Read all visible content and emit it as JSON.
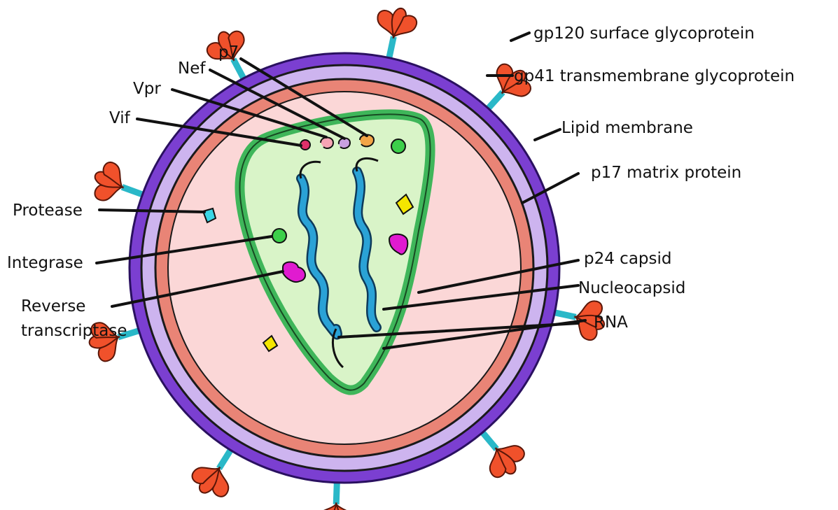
{
  "labels": {
    "gp120": "gp120 surface glycoprotein",
    "gp41": "gp41 transmembrane glycoprotein",
    "lipid": "Lipid membrane",
    "p17": "p17 matrix protein",
    "p24": "p24 capsid",
    "nucleocapsid": "Nucleocapsid",
    "rna": "RNA",
    "p7": "p7",
    "nef": "Nef",
    "vpr": "Vpr",
    "vif": "Vif",
    "protease": "Protease",
    "integrase": "Integrase",
    "reverse_line1": "Reverse",
    "reverse_line2": "transcriptase"
  },
  "colors": {
    "outer_membrane": "#7b3fd1",
    "inner_membrane": "#cdb4ef",
    "matrix_layer": "#e98476",
    "interior": "#fbd7d7",
    "capsid_fill": "#d9f4c8",
    "capsid_edge": "#3fb65a",
    "rna": "#2aa2d6",
    "glycoprotein_petal": "#f0512b",
    "glycoprotein_stalk": "#2ab8c8",
    "protease": "#3ad6e6",
    "integrase": "#3ccf4a",
    "reverse_transcriptase": "#e01bd0",
    "yellow_particle": "#f4e600"
  }
}
